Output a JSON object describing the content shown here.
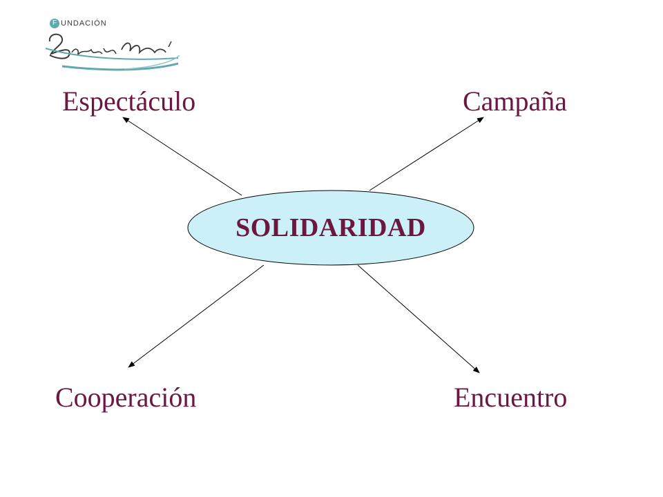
{
  "logo": {
    "letter": "F",
    "word": "UNDACIÓN",
    "signature": "Benito Menni"
  },
  "diagram": {
    "center": "SOLIDARIDAD",
    "nodes": {
      "top_left": "Espectáculo",
      "top_right": "Campaña",
      "bottom_left": "Cooperación",
      "bottom_right": "Encuentro"
    }
  },
  "colors": {
    "text": "#6b1740",
    "ellipse_fill": "#ccf0f7",
    "logo_accent": "#5fa9ae"
  }
}
